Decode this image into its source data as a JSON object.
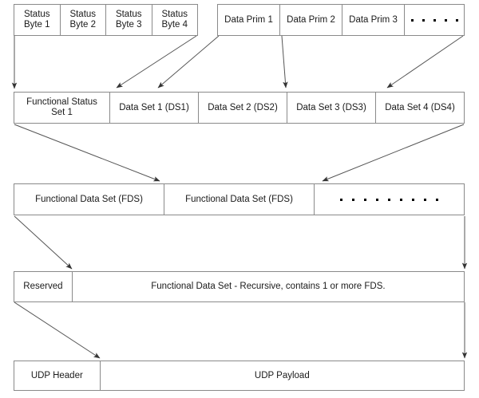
{
  "diagram": {
    "title": "Protocol data encapsulation layering diagram",
    "rows": [
      {
        "id": "status-bytes-row",
        "cells": [
          {
            "label": "Status\nByte 1"
          },
          {
            "label": "Status\nByte 2"
          },
          {
            "label": "Status\nByte 3"
          },
          {
            "label": "Status\nByte 4"
          }
        ]
      },
      {
        "id": "data-prim-row",
        "cells": [
          {
            "label": "Data Prim 1"
          },
          {
            "label": "Data Prim 2"
          },
          {
            "label": "Data Prim 3"
          },
          {
            "label": "",
            "dots": 5
          }
        ]
      },
      {
        "id": "functional-status-set-row",
        "cells": [
          {
            "label": "Functional Status\nSet 1"
          },
          {
            "label": "Data Set 1 (DS1)"
          },
          {
            "label": "Data Set 2 (DS2)"
          },
          {
            "label": "Data Set 3 (DS3)"
          },
          {
            "label": "Data Set 4 (DS4)"
          }
        ]
      },
      {
        "id": "functional-data-set-row",
        "cells": [
          {
            "label": "Functional Data Set (FDS)"
          },
          {
            "label": "Functional Data Set (FDS)"
          },
          {
            "label": "",
            "dots": 9
          }
        ]
      },
      {
        "id": "recursive-fds-row",
        "cells": [
          {
            "label": "Reserved"
          },
          {
            "label": "Functional Data Set - Recursive, contains 1 or more FDS."
          }
        ]
      },
      {
        "id": "udp-row",
        "cells": [
          {
            "label": "UDP Header"
          },
          {
            "label": "UDP Payload"
          }
        ]
      }
    ],
    "colors": {
      "stroke": "#8a8a8a",
      "arrow": "#555555",
      "text": "#1a1a1a",
      "background": "#ffffff"
    }
  }
}
